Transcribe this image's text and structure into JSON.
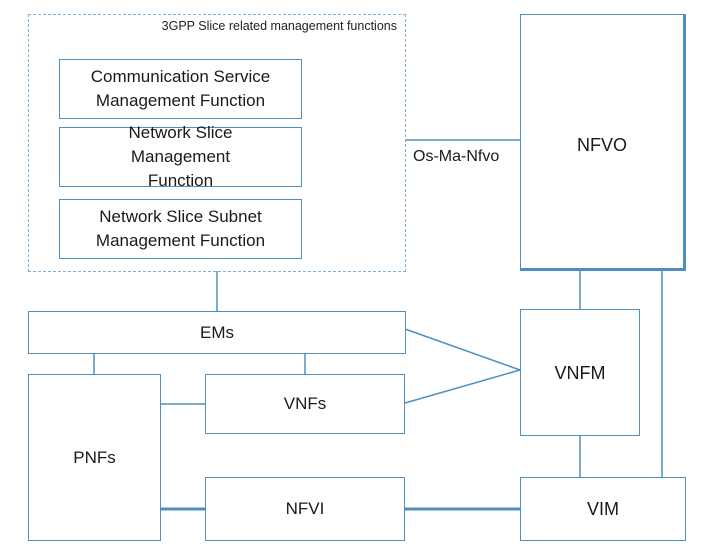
{
  "group": {
    "title": "3GPP Slice related management functions"
  },
  "boxes": {
    "csmf": "Communication Service Management Function",
    "nsmf": "Network Slice Management Function",
    "nssmf": "Network Slice Subnet Management Function",
    "nfvo": "NFVO",
    "ems": "EMs",
    "vnfm": "VNFM",
    "pnfs": "PNFs",
    "vnfs": "VNFs",
    "nfvi": "NFVI",
    "vim": "VIM"
  },
  "labels": {
    "interface": "Os-Ma-Nfvo"
  },
  "colors": {
    "line": "#4f8fc0",
    "dashed": "#7fb0d6"
  }
}
